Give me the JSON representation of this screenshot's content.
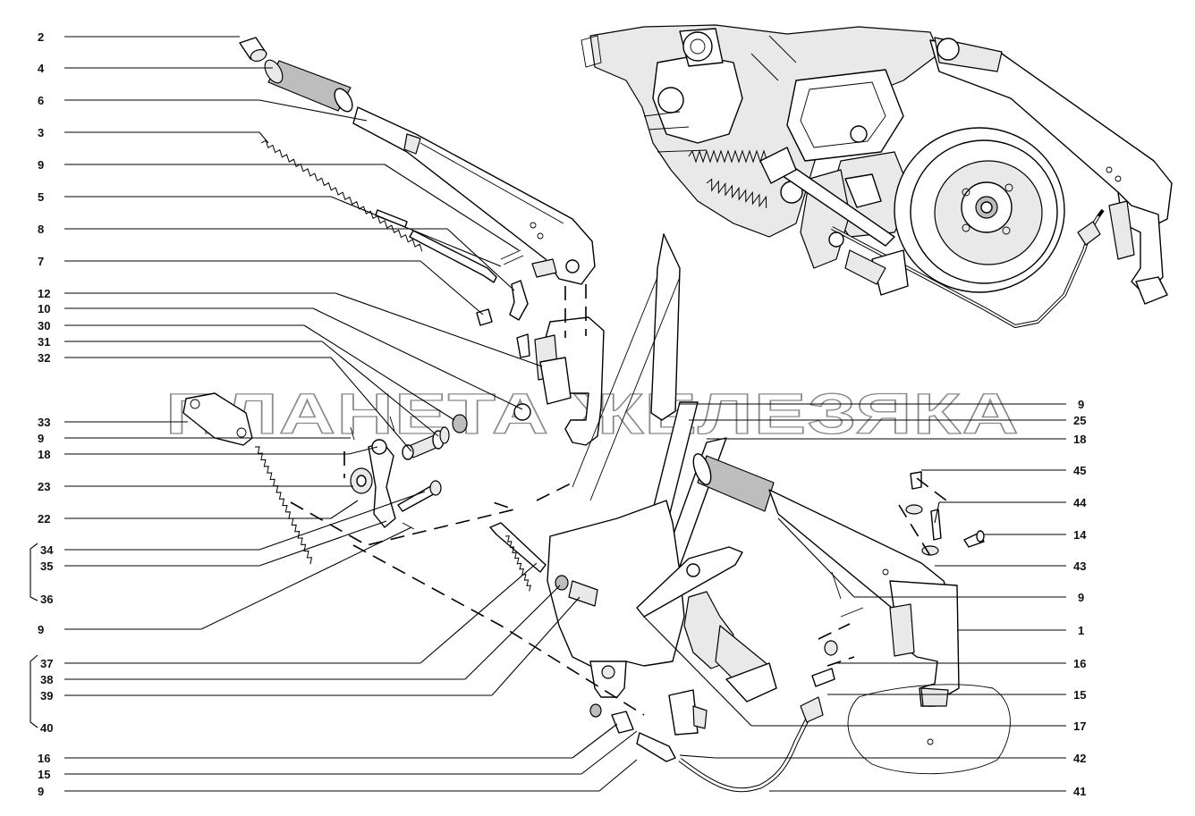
{
  "watermark": "ПЛАНЕТА ЖЕЛЕЗЯКА",
  "callouts_left": [
    "2",
    "4",
    "6",
    "3",
    "9",
    "5",
    "8",
    "7",
    "12",
    "10",
    "30",
    "31",
    "32",
    "33",
    "9",
    "18",
    "23",
    "22",
    "34",
    "35",
    "36",
    "9",
    "37",
    "38",
    "39",
    "40",
    "16",
    "15",
    "9"
  ],
  "callouts_right": [
    "9",
    "25",
    "18",
    "45",
    "44",
    "14",
    "43",
    "9",
    "1",
    "16",
    "15",
    "17",
    "42",
    "41"
  ]
}
